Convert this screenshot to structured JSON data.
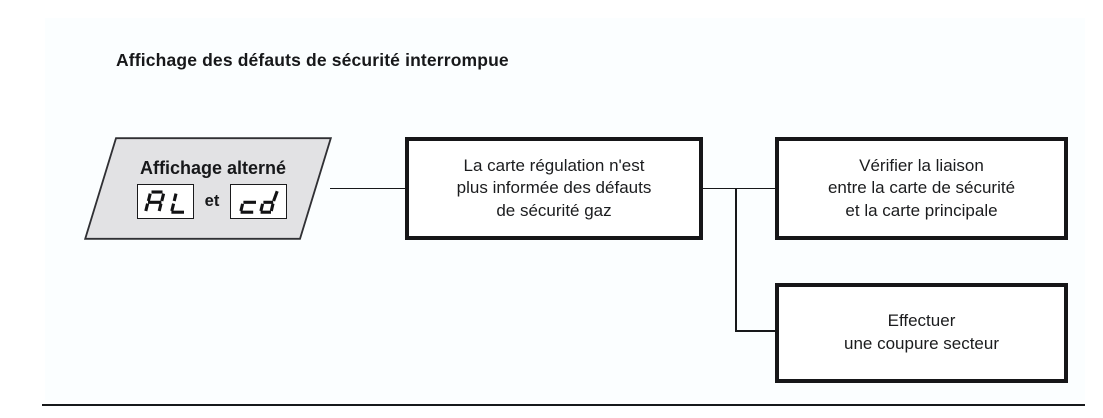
{
  "title": "Affichage des défauts de sécurité interrompue",
  "flow": {
    "trigger": {
      "label": "Affichage alterné",
      "conjunction": "et",
      "displays": [
        {
          "code": "AL",
          "icon": "seven-segment-display"
        },
        {
          "code": "cd",
          "icon": "seven-segment-display"
        }
      ]
    },
    "cause": {
      "lines": [
        "La carte régulation n'est",
        "plus informée des défauts",
        "de sécurité gaz"
      ]
    },
    "actions": [
      {
        "lines": [
          "Vérifier la liaison",
          "entre la carte de sécurité",
          "et la carte principale"
        ]
      },
      {
        "lines": [
          "Effectuer",
          "une coupure secteur"
        ]
      }
    ]
  },
  "colors": {
    "panel_background": "#fbfeff",
    "shape_fill": "#e2e2e4",
    "shape_outline": "#303034",
    "box_border": "#161618",
    "text": "#1b1c1e",
    "rule": "#18191b"
  }
}
